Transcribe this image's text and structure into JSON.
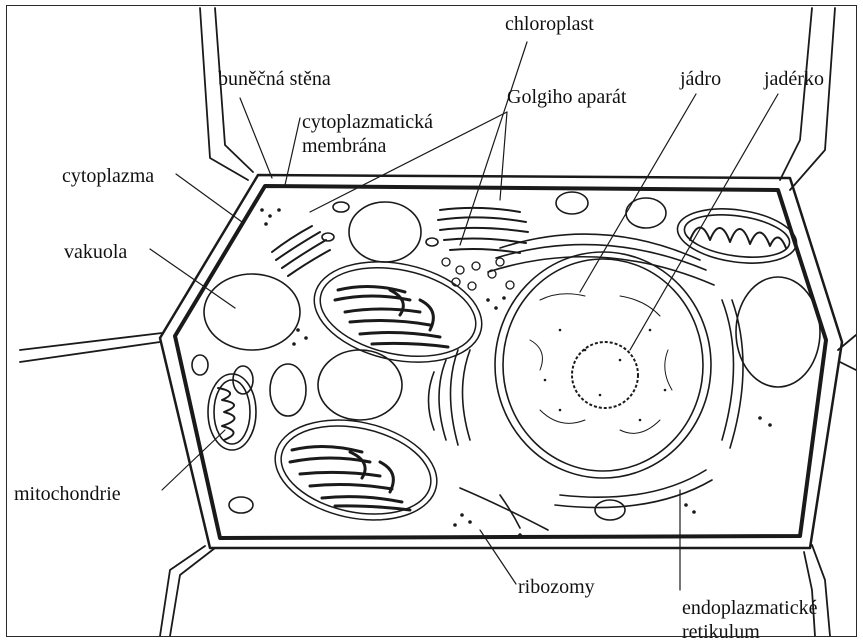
{
  "labels": {
    "chloroplast": "chloroplast",
    "bunecna_stena": "buněčná stěna",
    "golgi": "Golgiho aparát",
    "jadro": "jádro",
    "jaderko": "jadérko",
    "cyto_membrana_1": "cytoplazmatická",
    "cyto_membrana_2": "membrána",
    "cytoplazma": "cytoplazma",
    "vakuola": "vakuola",
    "mitochondrie": "mitochondrie",
    "ribozomy": "ribozomy",
    "er_1": "endoplazmatické",
    "er_2": "retikulum"
  },
  "colors": {
    "ink": "#1a1a1a",
    "background": "#ffffff"
  }
}
